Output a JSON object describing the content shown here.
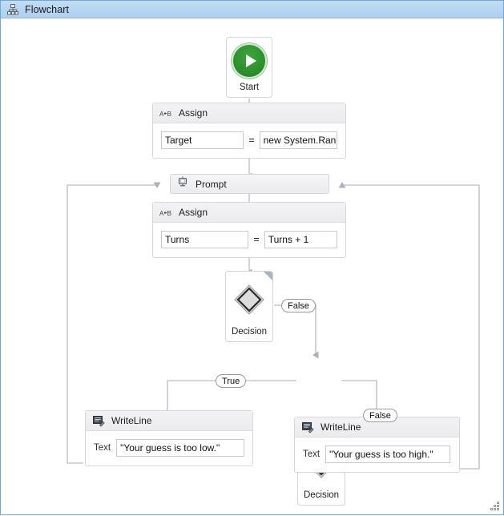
{
  "window": {
    "title": "Flowchart",
    "title_icon": "hierarchy-icon",
    "accent_color": "#b6d5f0",
    "border_color": "#6fa8d8",
    "resize_grip": "resize-grip-icon"
  },
  "canvas": {
    "background": "#ffffff",
    "nodes": [
      {
        "id": "start",
        "type": "start",
        "label": "Start",
        "icon": "play-icon",
        "icon_color": "#2c912c"
      },
      {
        "id": "assign-target",
        "type": "assign",
        "title": "Assign",
        "icon": "assign-icon",
        "icon_text": "A←B",
        "to": "Target",
        "operator": "=",
        "value": "new System.Random"
      },
      {
        "id": "prompt",
        "type": "prompt",
        "title": "Prompt",
        "icon": "prompt-monitor-icon"
      },
      {
        "id": "assign-turns",
        "type": "assign",
        "title": "Assign",
        "icon": "assign-icon",
        "icon_text": "A←B",
        "to": "Turns",
        "operator": "=",
        "value": "Turns + 1"
      },
      {
        "id": "decision-1",
        "type": "decision",
        "label": "Decision",
        "icon": "diamond-icon",
        "corner_marker": "corner-triangle-icon"
      },
      {
        "id": "decision-2",
        "type": "decision",
        "label": "Decision",
        "icon": "diamond-icon",
        "corner_marker": "corner-triangle-icon"
      },
      {
        "id": "writeline-low",
        "type": "writeline",
        "title": "WriteLine",
        "icon": "writeline-icon",
        "field_label": "Text",
        "value": "\"Your guess is too low.\""
      },
      {
        "id": "writeline-high",
        "type": "writeline",
        "title": "WriteLine",
        "icon": "writeline-icon",
        "field_label": "Text",
        "value": "\"Your guess is too high.\""
      }
    ],
    "edge_labels": {
      "decision1_false": "False",
      "decision2_true": "True",
      "decision2_false": "False"
    },
    "connector_color": "#b9b9c6"
  }
}
